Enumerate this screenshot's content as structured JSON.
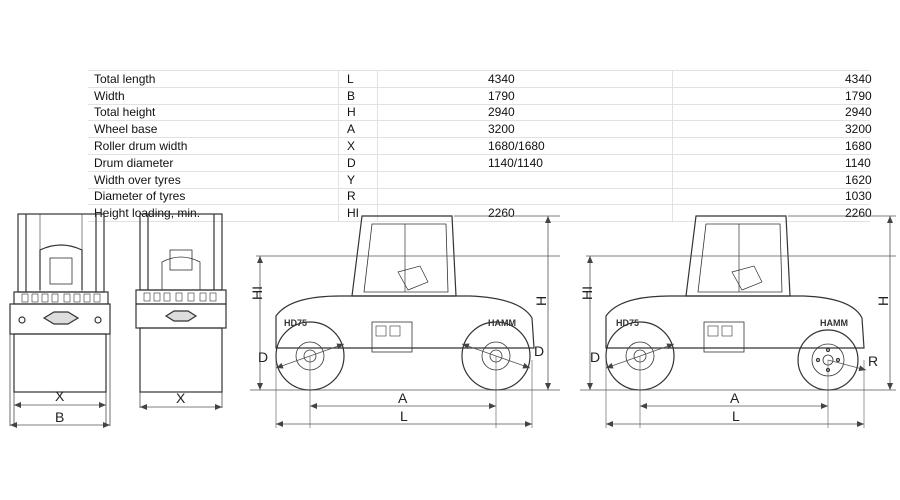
{
  "table": {
    "rows": [
      {
        "name": "Total length",
        "symbol": "L",
        "v1": "4340",
        "v2": "4340"
      },
      {
        "name": "Width",
        "symbol": "B",
        "v1": "1790",
        "v2": "1790"
      },
      {
        "name": "Total height",
        "symbol": "H",
        "v1": "2940",
        "v2": "2940"
      },
      {
        "name": "Wheel base",
        "symbol": "A",
        "v1": "3200",
        "v2": "3200"
      },
      {
        "name": "Roller drum width",
        "symbol": "X",
        "v1": "1680/1680",
        "v2": "1680"
      },
      {
        "name": "Drum diameter",
        "symbol": "D",
        "v1": "1140/1140",
        "v2": "1140"
      },
      {
        "name": "Width over tyres",
        "symbol": "Y",
        "v1": "",
        "v2": "1620"
      },
      {
        "name": "Diameter of tyres",
        "symbol": "R",
        "v1": "",
        "v2": "1030"
      },
      {
        "name": "Height loading, min.",
        "symbol": "HI",
        "v1": "2260",
        "v2": "2260"
      }
    ]
  },
  "labels": {
    "front_x": "X",
    "front_b": "B",
    "rear_x": "X",
    "side1_hi": "HI",
    "side1_h": "H",
    "side1_d_left": "D",
    "side1_d_right": "D",
    "side1_a": "A",
    "side1_l": "L",
    "side2_hi": "HI",
    "side2_h": "H",
    "side2_d": "D",
    "side2_r": "R",
    "side2_a": "A",
    "side2_l": "L"
  },
  "brand": {
    "model": "HD75",
    "maker": "HAMM"
  },
  "colors": {
    "line": "#333333",
    "dimline": "#555555",
    "grid": "#e2e2e2"
  }
}
